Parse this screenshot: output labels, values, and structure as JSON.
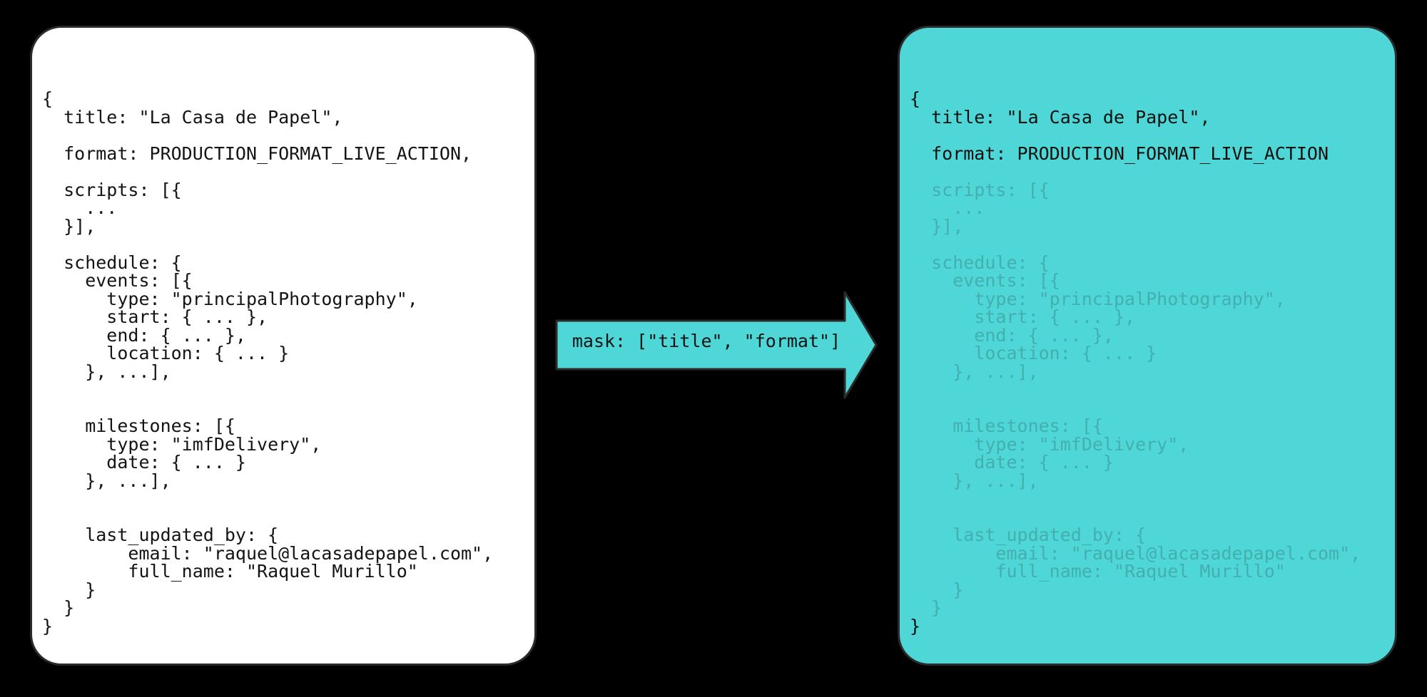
{
  "background_color": "#000000",
  "accent_color": "#4FD6D6",
  "stroke_color": "#2B2B2B",
  "text_color": "#141414",
  "faded_text_color": "rgba(20,20,20,0.20)",
  "source_card": {
    "name": "source-document",
    "background": "#FFFFFF",
    "lines": [
      "{",
      "  title: \"La Casa de Papel\",",
      "",
      "  format: PRODUCTION_FORMAT_LIVE_ACTION,",
      "",
      "  scripts: [{",
      "    ...",
      "  }],",
      "",
      "  schedule: {",
      "    events: [{",
      "      type: \"principalPhotography\",",
      "      start: { ... },",
      "      end: { ... },",
      "      location: { ... }",
      "    }, ...],",
      "",
      "",
      "    milestones: [{",
      "      type: \"imfDelivery\",",
      "      date: { ... }",
      "    }, ...],",
      "",
      "",
      "    last_updated_by: {",
      "        email: \"raquel@lacasadepapel.com\",",
      "        full_name: \"Raquel Murillo\"",
      "    }",
      "  }",
      "}"
    ]
  },
  "masked_card": {
    "name": "masked-document",
    "background": "#4FD6D6",
    "lines": [
      {
        "text": "{",
        "lit": true
      },
      {
        "text": "  title: \"La Casa de Papel\",",
        "lit": true
      },
      {
        "text": "",
        "lit": false
      },
      {
        "text": "  format: PRODUCTION_FORMAT_LIVE_ACTION",
        "lit": true
      },
      {
        "text": "",
        "lit": false
      },
      {
        "text": "  scripts: [{",
        "lit": false
      },
      {
        "text": "    ...",
        "lit": false
      },
      {
        "text": "  }],",
        "lit": false
      },
      {
        "text": "",
        "lit": false
      },
      {
        "text": "  schedule: {",
        "lit": false
      },
      {
        "text": "    events: [{",
        "lit": false
      },
      {
        "text": "      type: \"principalPhotography\",",
        "lit": false
      },
      {
        "text": "      start: { ... },",
        "lit": false
      },
      {
        "text": "      end: { ... },",
        "lit": false
      },
      {
        "text": "      location: { ... }",
        "lit": false
      },
      {
        "text": "    }, ...],",
        "lit": false
      },
      {
        "text": "",
        "lit": false
      },
      {
        "text": "",
        "lit": false
      },
      {
        "text": "    milestones: [{",
        "lit": false
      },
      {
        "text": "      type: \"imfDelivery\",",
        "lit": false
      },
      {
        "text": "      date: { ... }",
        "lit": false
      },
      {
        "text": "    }, ...],",
        "lit": false
      },
      {
        "text": "",
        "lit": false
      },
      {
        "text": "",
        "lit": false
      },
      {
        "text": "    last_updated_by: {",
        "lit": false
      },
      {
        "text": "        email: \"raquel@lacasadepapel.com\",",
        "lit": false
      },
      {
        "text": "        full_name: \"Raquel Murillo\"",
        "lit": false
      },
      {
        "text": "    }",
        "lit": false
      },
      {
        "text": "  }",
        "lit": false
      },
      {
        "text": "}",
        "lit": true
      }
    ]
  },
  "arrow": {
    "name": "mask-arrow",
    "label": "mask: [\"title\", \"format\"]",
    "fill": "#4FD6D6",
    "stroke": "#2B2B2B"
  }
}
